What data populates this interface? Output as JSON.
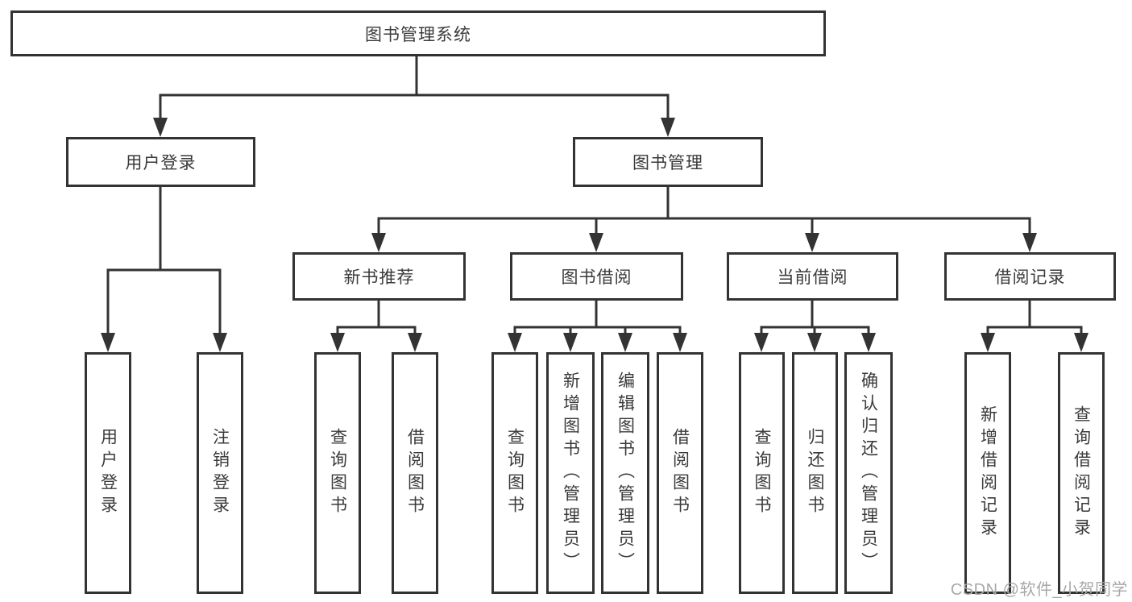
{
  "diagram": {
    "root": {
      "label": "图书管理系统"
    },
    "level2": {
      "user_login": {
        "label": "用户登录"
      },
      "book_management": {
        "label": "图书管理"
      }
    },
    "level3": {
      "new_books": {
        "label": "新书推荐"
      },
      "book_borrowing": {
        "label": "图书借阅"
      },
      "current_borrowing": {
        "label": "当前借阅"
      },
      "borrowing_records": {
        "label": "借阅记录"
      }
    },
    "leaves": {
      "user_login": [
        "用户登录",
        "注销登录"
      ],
      "new_books": [
        "查询图书",
        "借阅图书"
      ],
      "book_borrowing": [
        "查询图书",
        "新增图书（管理员）",
        "编辑图书（管理员）",
        "借阅图书"
      ],
      "current_borrowing": [
        "查询图书",
        "归还图书",
        "确认归还（管理员）"
      ],
      "borrowing_records": [
        "新增借阅记录",
        "查询借阅记录"
      ]
    }
  },
  "colors": {
    "line": "#333333",
    "box_border": "#333333",
    "text": "#3a3a3a",
    "watermark": "#a8a8a8",
    "background": "#ffffff"
  },
  "watermark": {
    "text": "CSDN @软件_小贺同学"
  }
}
